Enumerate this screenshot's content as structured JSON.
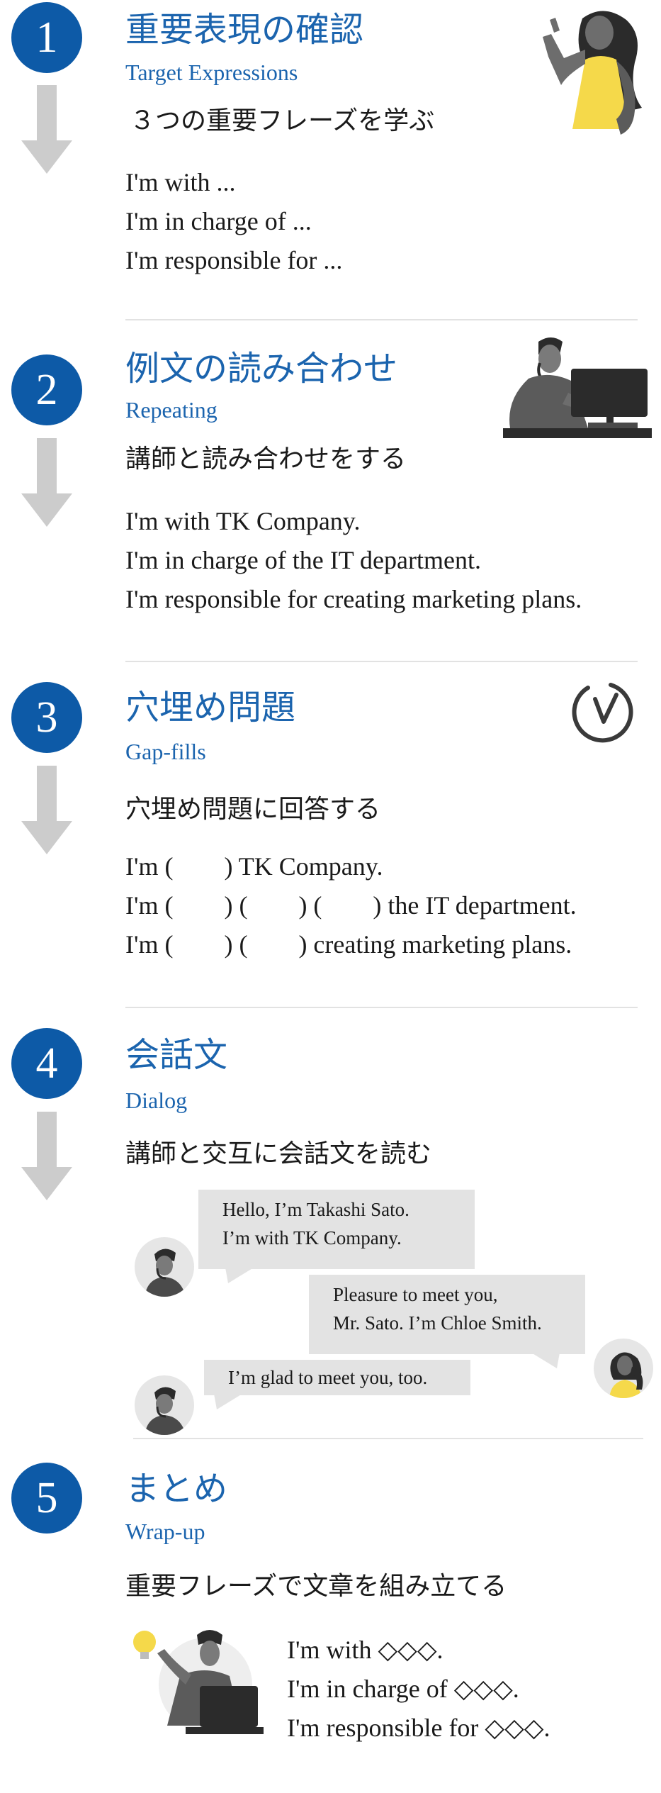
{
  "steps": [
    {
      "number": "1",
      "title": "重要表現の確認",
      "subtitle": "Target Expressions",
      "task": "３つの重要フレーズを学ぶ",
      "lines": [
        "I'm with ...",
        "I'm in charge of ...",
        "I'm responsible for ..."
      ]
    },
    {
      "number": "2",
      "title": "例文の読み合わせ",
      "subtitle": "Repeating",
      "task": "講師と読み合わせをする",
      "lines": [
        "I'm with TK Company.",
        "I'm in charge of the IT department.",
        "I'm responsible for creating marketing plans."
      ]
    },
    {
      "number": "3",
      "title": "穴埋め問題",
      "subtitle": "Gap-fills",
      "task": "穴埋め問題に回答する",
      "lines": [
        "I'm (　　) TK Company.",
        "I'm (　　) (　　) (　　) the IT department.",
        "I'm (　　) (　　)  creating marketing plans."
      ]
    },
    {
      "number": "4",
      "title": "会話文",
      "subtitle": "Dialog",
      "task": "講師と交互に会話文を読む",
      "dialog": [
        [
          "Hello, I’m Takashi Sato.",
          "I’m with TK Company."
        ],
        [
          "Pleasure to meet you,",
          "Mr. Sato. I’m Chloe Smith."
        ],
        [
          "I’m glad to meet you, too."
        ]
      ]
    },
    {
      "number": "5",
      "title": "まとめ",
      "subtitle": "Wrap-up",
      "task": "重要フレーズで文章を組み立てる",
      "lines": [
        "I'm with ◇◇◇.",
        "I'm in charge of ◇◇◇.",
        "I'm responsible for ◇◇◇."
      ]
    }
  ],
  "colors": {
    "accent": "#0d5aa7",
    "heading": "#1b64ae",
    "arrow": "#cccccc",
    "bubble": "#e3e3e3",
    "highlight": "#f5d94a"
  },
  "icons": [
    "woman-presenting-icon",
    "man-at-computer-icon",
    "stopwatch-icon",
    "man-avatar-icon",
    "woman-avatar-icon",
    "lightbulb-idea-icon"
  ]
}
